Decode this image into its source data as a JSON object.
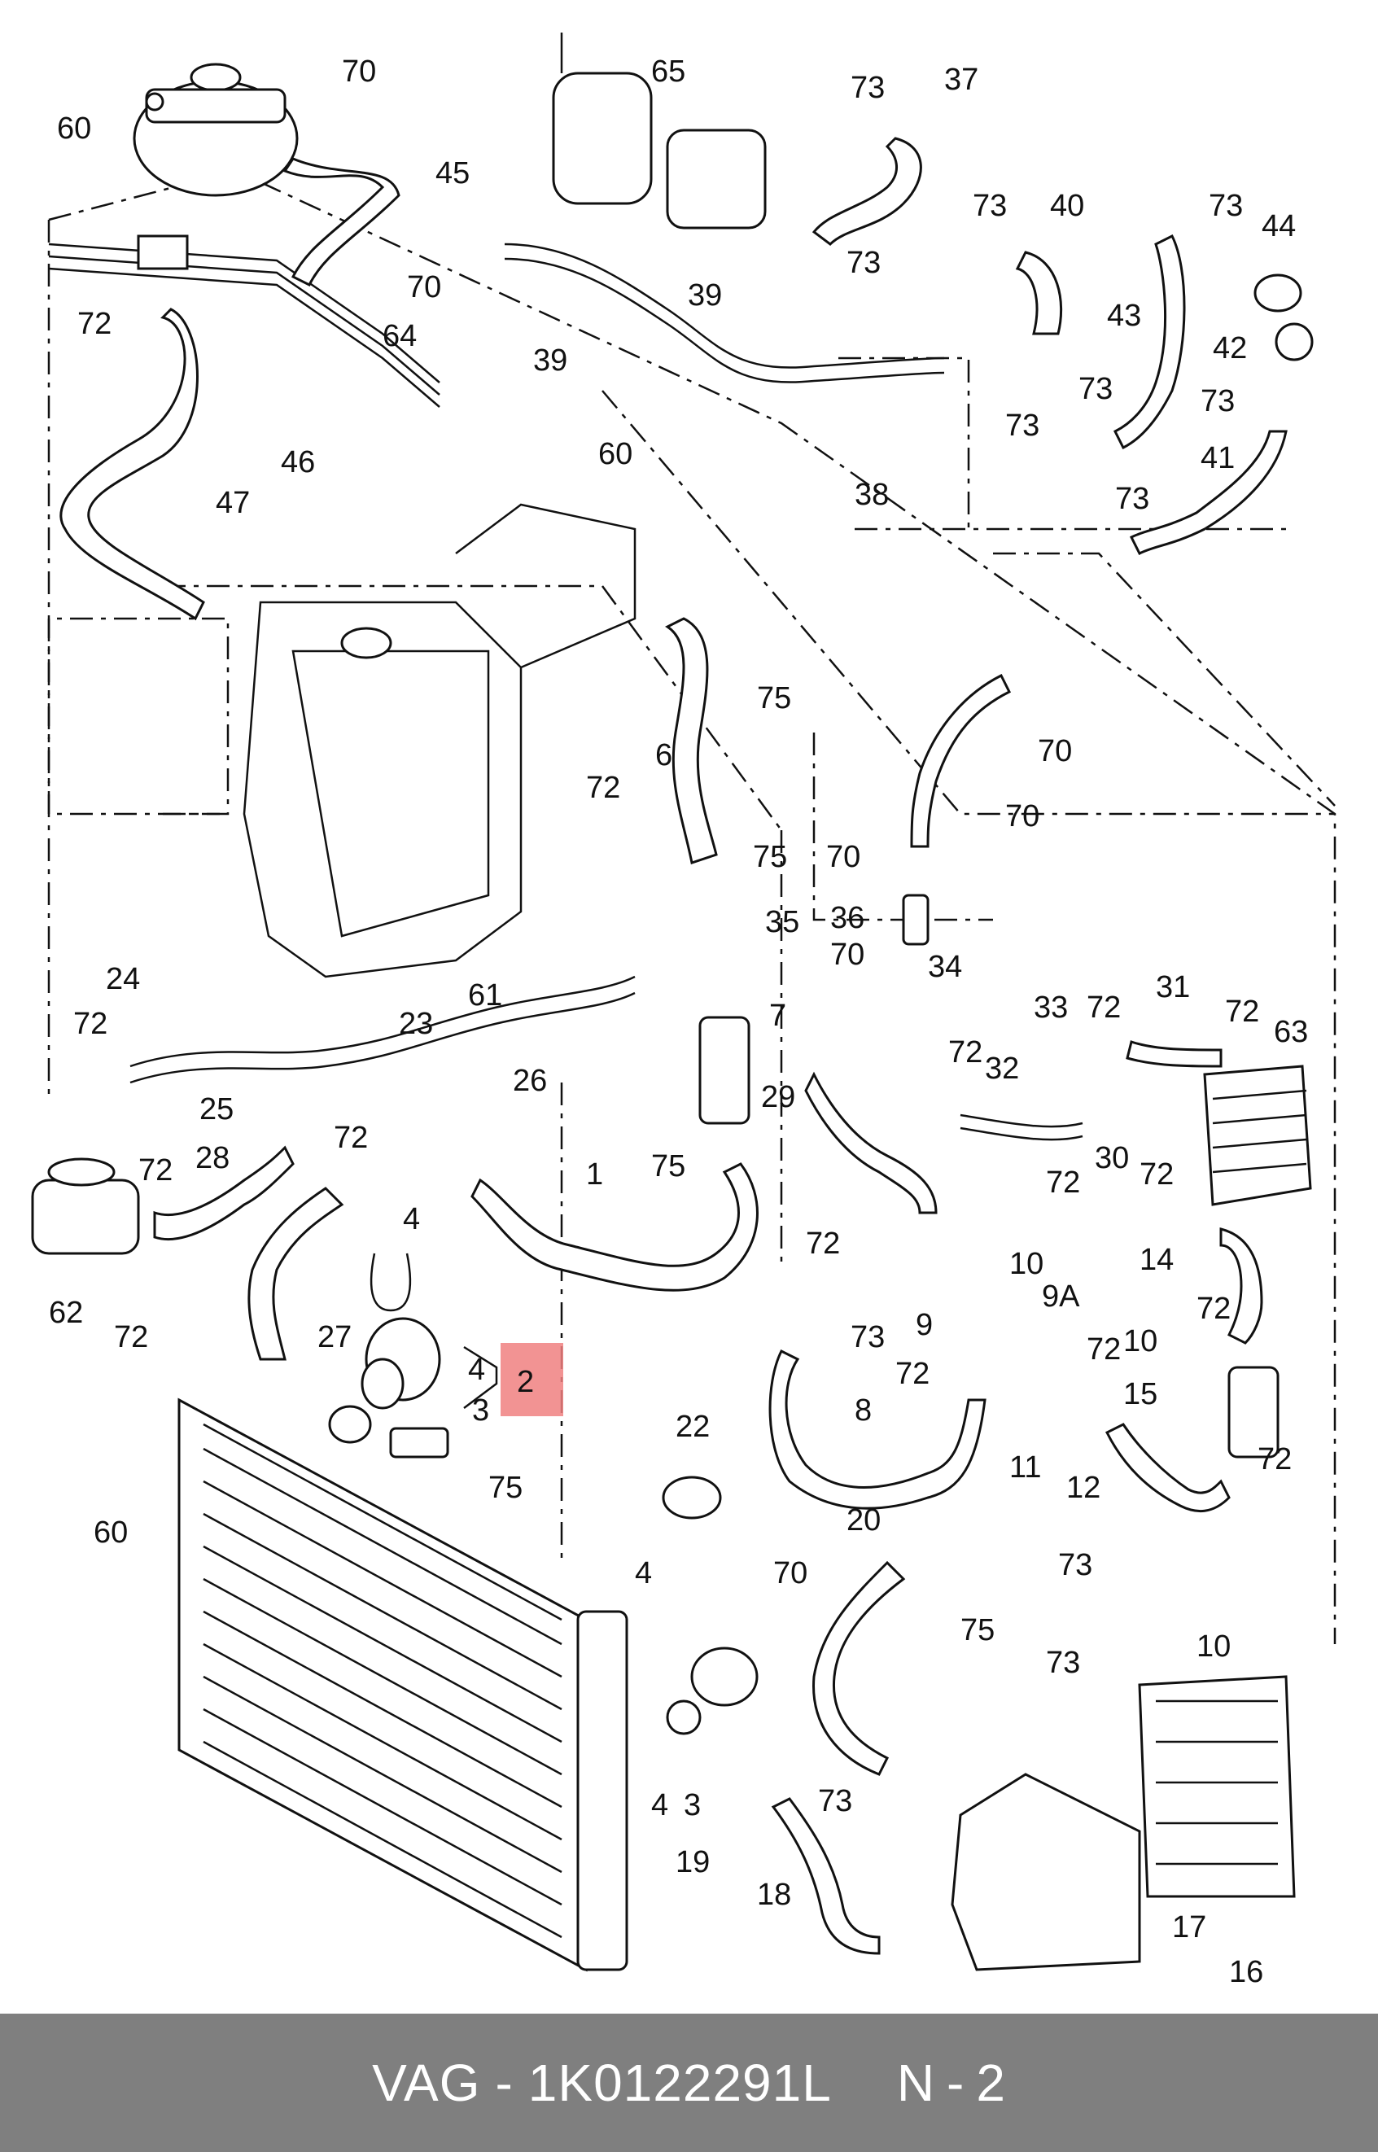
{
  "footer": {
    "brand": "VAG",
    "separator": "-",
    "part_number": "1K0122291L",
    "position_prefix": "N",
    "position_separator": "-",
    "position_number": "2"
  },
  "highlight": {
    "label": "2",
    "color": "#f08080"
  },
  "callouts": [
    {
      "id": "c60a",
      "text": "60"
    },
    {
      "id": "c70a",
      "text": "70"
    },
    {
      "id": "c45",
      "text": "45"
    },
    {
      "id": "c70b",
      "text": "70"
    },
    {
      "id": "c72a",
      "text": "72"
    },
    {
      "id": "c46",
      "text": "46"
    },
    {
      "id": "c47",
      "text": "47"
    },
    {
      "id": "c64",
      "text": "64"
    },
    {
      "id": "c65",
      "text": "65"
    },
    {
      "id": "c39a",
      "text": "39"
    },
    {
      "id": "c39b",
      "text": "39"
    },
    {
      "id": "c60b",
      "text": "60"
    },
    {
      "id": "c38",
      "text": "38"
    },
    {
      "id": "c73a",
      "text": "73"
    },
    {
      "id": "c37",
      "text": "37"
    },
    {
      "id": "c73b",
      "text": "73"
    },
    {
      "id": "c73c",
      "text": "73"
    },
    {
      "id": "c40",
      "text": "40"
    },
    {
      "id": "c73d",
      "text": "73"
    },
    {
      "id": "c73e",
      "text": "73"
    },
    {
      "id": "c44",
      "text": "44"
    },
    {
      "id": "c43",
      "text": "43"
    },
    {
      "id": "c42",
      "text": "42"
    },
    {
      "id": "c73f",
      "text": "73"
    },
    {
      "id": "c73g",
      "text": "73"
    },
    {
      "id": "c41",
      "text": "41"
    },
    {
      "id": "c73h",
      "text": "73"
    },
    {
      "id": "c75a",
      "text": "75"
    },
    {
      "id": "c6",
      "text": "6"
    },
    {
      "id": "c70c",
      "text": "70"
    },
    {
      "id": "c72b",
      "text": "72"
    },
    {
      "id": "c75b",
      "text": "75"
    },
    {
      "id": "c70d",
      "text": "70"
    },
    {
      "id": "c70e",
      "text": "70"
    },
    {
      "id": "c35",
      "text": "35"
    },
    {
      "id": "c36",
      "text": "36"
    },
    {
      "id": "c70f",
      "text": "70"
    },
    {
      "id": "c34",
      "text": "34"
    },
    {
      "id": "c61",
      "text": "61"
    },
    {
      "id": "c24",
      "text": "24"
    },
    {
      "id": "c7",
      "text": "7"
    },
    {
      "id": "c72c",
      "text": "72"
    },
    {
      "id": "c23",
      "text": "23"
    },
    {
      "id": "c26",
      "text": "26"
    },
    {
      "id": "c33",
      "text": "33"
    },
    {
      "id": "c72d",
      "text": "72"
    },
    {
      "id": "c31",
      "text": "31"
    },
    {
      "id": "c72e",
      "text": "72"
    },
    {
      "id": "c63",
      "text": "63"
    },
    {
      "id": "c72f",
      "text": "72"
    },
    {
      "id": "c32",
      "text": "32"
    },
    {
      "id": "c25",
      "text": "25"
    },
    {
      "id": "c72g",
      "text": "72"
    },
    {
      "id": "c28",
      "text": "28"
    },
    {
      "id": "c29",
      "text": "29"
    },
    {
      "id": "c75c",
      "text": "75"
    },
    {
      "id": "c1",
      "text": "1"
    },
    {
      "id": "c30",
      "text": "30"
    },
    {
      "id": "c72h",
      "text": "72"
    },
    {
      "id": "c72i",
      "text": "72"
    },
    {
      "id": "c72j",
      "text": "72"
    },
    {
      "id": "c72k",
      "text": "72"
    },
    {
      "id": "c4a",
      "text": "4"
    },
    {
      "id": "c62",
      "text": "62"
    },
    {
      "id": "c72l",
      "text": "72"
    },
    {
      "id": "c27",
      "text": "27"
    },
    {
      "id": "c14",
      "text": "14"
    },
    {
      "id": "c10a",
      "text": "10"
    },
    {
      "id": "c9A",
      "text": "9A"
    },
    {
      "id": "c9",
      "text": "9"
    },
    {
      "id": "c73i",
      "text": "73"
    },
    {
      "id": "c72m",
      "text": "72"
    },
    {
      "id": "c4b",
      "text": "4"
    },
    {
      "id": "c3a",
      "text": "3"
    },
    {
      "id": "c10b",
      "text": "10"
    },
    {
      "id": "c72n",
      "text": "72"
    },
    {
      "id": "c72o",
      "text": "72"
    },
    {
      "id": "c15",
      "text": "15"
    },
    {
      "id": "c8",
      "text": "8"
    },
    {
      "id": "c11",
      "text": "11"
    },
    {
      "id": "c72p",
      "text": "72"
    },
    {
      "id": "c12",
      "text": "12"
    },
    {
      "id": "c75d",
      "text": "75"
    },
    {
      "id": "c22",
      "text": "22"
    },
    {
      "id": "c60c",
      "text": "60"
    },
    {
      "id": "c20",
      "text": "20"
    },
    {
      "id": "c4c",
      "text": "4"
    },
    {
      "id": "c70g",
      "text": "70"
    },
    {
      "id": "c73j",
      "text": "73"
    },
    {
      "id": "c75e",
      "text": "75"
    },
    {
      "id": "c73k",
      "text": "73"
    },
    {
      "id": "c10c",
      "text": "10"
    },
    {
      "id": "c4d",
      "text": "4"
    },
    {
      "id": "c3b",
      "text": "3"
    },
    {
      "id": "c73l",
      "text": "73"
    },
    {
      "id": "c19",
      "text": "19"
    },
    {
      "id": "c18",
      "text": "18"
    },
    {
      "id": "c17",
      "text": "17"
    },
    {
      "id": "c16",
      "text": "16"
    }
  ]
}
